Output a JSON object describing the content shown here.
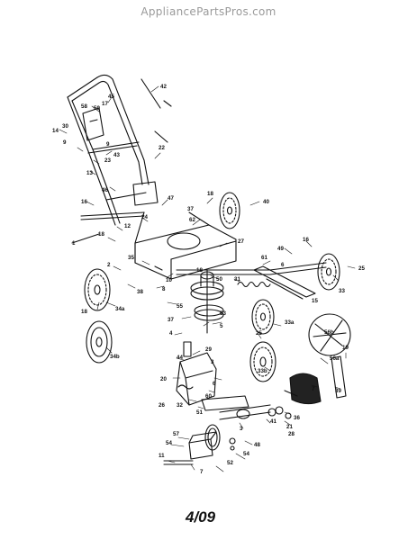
{
  "header": {
    "watermark": "AppliancePartsPros.com"
  },
  "footer": {
    "revision": "4/09"
  },
  "callouts": {
    "c1": "1",
    "c2": "2",
    "c3": "3",
    "c4": "4",
    "c5": "5",
    "c6": "6",
    "c7": "7",
    "c8": "8",
    "c9": "9",
    "c10": "10",
    "c11": "11",
    "c12": "12",
    "c13": "13",
    "c14": "14",
    "c15": "15",
    "c16a": "16",
    "c16b": "16",
    "c17": "17",
    "c18a": "18",
    "c18b": "18",
    "c18c": "18",
    "c19": "19",
    "c20": "20",
    "c21": "21",
    "c22": "22",
    "c23": "23",
    "c24": "24",
    "c25a": "25",
    "c25b": "25",
    "c26": "26",
    "c27": "27",
    "c28": "28",
    "c29": "29",
    "c30": "30",
    "c31": "31",
    "c32": "32",
    "c33": "33",
    "c33a": "33a",
    "c33b": "33b",
    "c34a": "34a",
    "c34b": "34b",
    "c35": "35",
    "c36": "36",
    "c37a": "37",
    "c37b": "37",
    "c38": "38",
    "c39": "39",
    "c40": "40",
    "c41": "41",
    "c42": "42",
    "c43": "43",
    "c44": "44",
    "c45": "45",
    "c46": "46",
    "c47": "47",
    "c48": "48",
    "c49": "49",
    "c50": "50",
    "c51": "51",
    "c52": "52",
    "c53": "53",
    "c54a": "54",
    "c54b": "54",
    "c55": "55",
    "c56a": "56a",
    "c56b": "56b",
    "c57": "57",
    "c58": "58",
    "c59": "59",
    "c60": "60",
    "c61": "61",
    "c62": "62"
  }
}
